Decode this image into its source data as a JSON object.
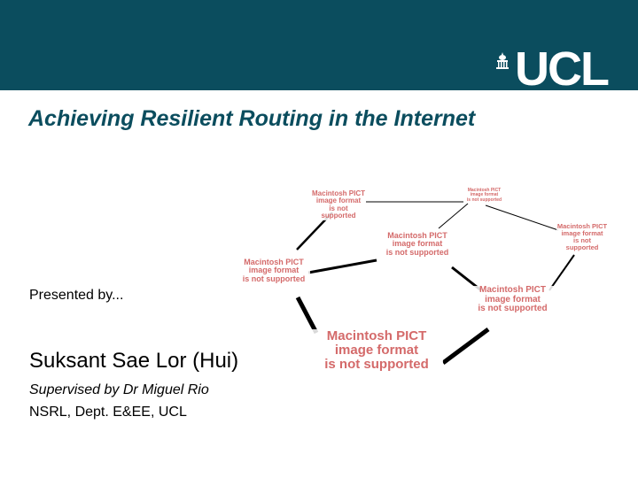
{
  "logo": {
    "text": "UCL"
  },
  "slide": {
    "title": "Achieving Resilient Routing in the Internet",
    "presented_by": "Presented by...",
    "author": "Suksant Sae Lor (Hui)",
    "supervised": "Supervised by Dr Miguel Rio",
    "affiliation": "NSRL, Dept. E&EE, UCL"
  },
  "diagram": {
    "placeholder": {
      "line1": "Macintosh PICT",
      "line2": "image format",
      "line3": "is not supported"
    }
  },
  "colors": {
    "banner": "#0b4d5e",
    "title": "#0b4d5e",
    "placeholder_text": "#d46a6a"
  }
}
